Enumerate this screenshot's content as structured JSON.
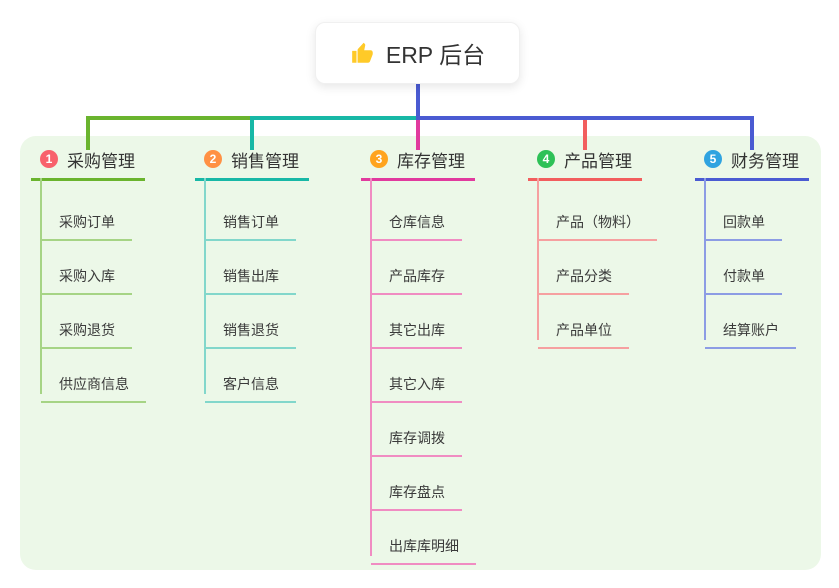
{
  "root": {
    "label": "ERP 后台",
    "icon": "thumbs-up-icon"
  },
  "colors": {
    "panel_bg": "#ecf8e8",
    "root_line": "#4a5bd2",
    "thumb_yellow": "#ffca28",
    "card_bg": "#ffffff",
    "title_text": "#333333",
    "item_text": "#3a3a3a"
  },
  "branches": [
    {
      "index": "1",
      "label": "采购管理",
      "badge_color": "#f8616c",
      "line_color": "#6ab42e",
      "sub_line_color": "#a6d485",
      "items": [
        "采购订单",
        "采购入库",
        "采购退货",
        "供应商信息"
      ]
    },
    {
      "index": "2",
      "label": "销售管理",
      "badge_color": "#ff9144",
      "line_color": "#17b8a6",
      "sub_line_color": "#82d7cb",
      "items": [
        "销售订单",
        "销售出库",
        "销售退货",
        "客户信息"
      ]
    },
    {
      "index": "3",
      "label": "库存管理",
      "badge_color": "#ffa41e",
      "line_color": "#e13a9e",
      "sub_line_color": "#f08cc2",
      "items": [
        "仓库信息",
        "产品库存",
        "其它出库",
        "其它入库",
        "库存调拨",
        "库存盘点",
        "出库库明细"
      ]
    },
    {
      "index": "4",
      "label": "产品管理",
      "badge_color": "#2ec157",
      "line_color": "#f25e5e",
      "sub_line_color": "#f6a0a0",
      "items": [
        "产品（物料）",
        "产品分类",
        "产品单位"
      ]
    },
    {
      "index": "5",
      "label": "财务管理",
      "badge_color": "#2fa3e0",
      "line_color": "#4a5bd2",
      "sub_line_color": "#8c9ce4",
      "items": [
        "回款单",
        "付款单",
        "结算账户"
      ]
    }
  ]
}
